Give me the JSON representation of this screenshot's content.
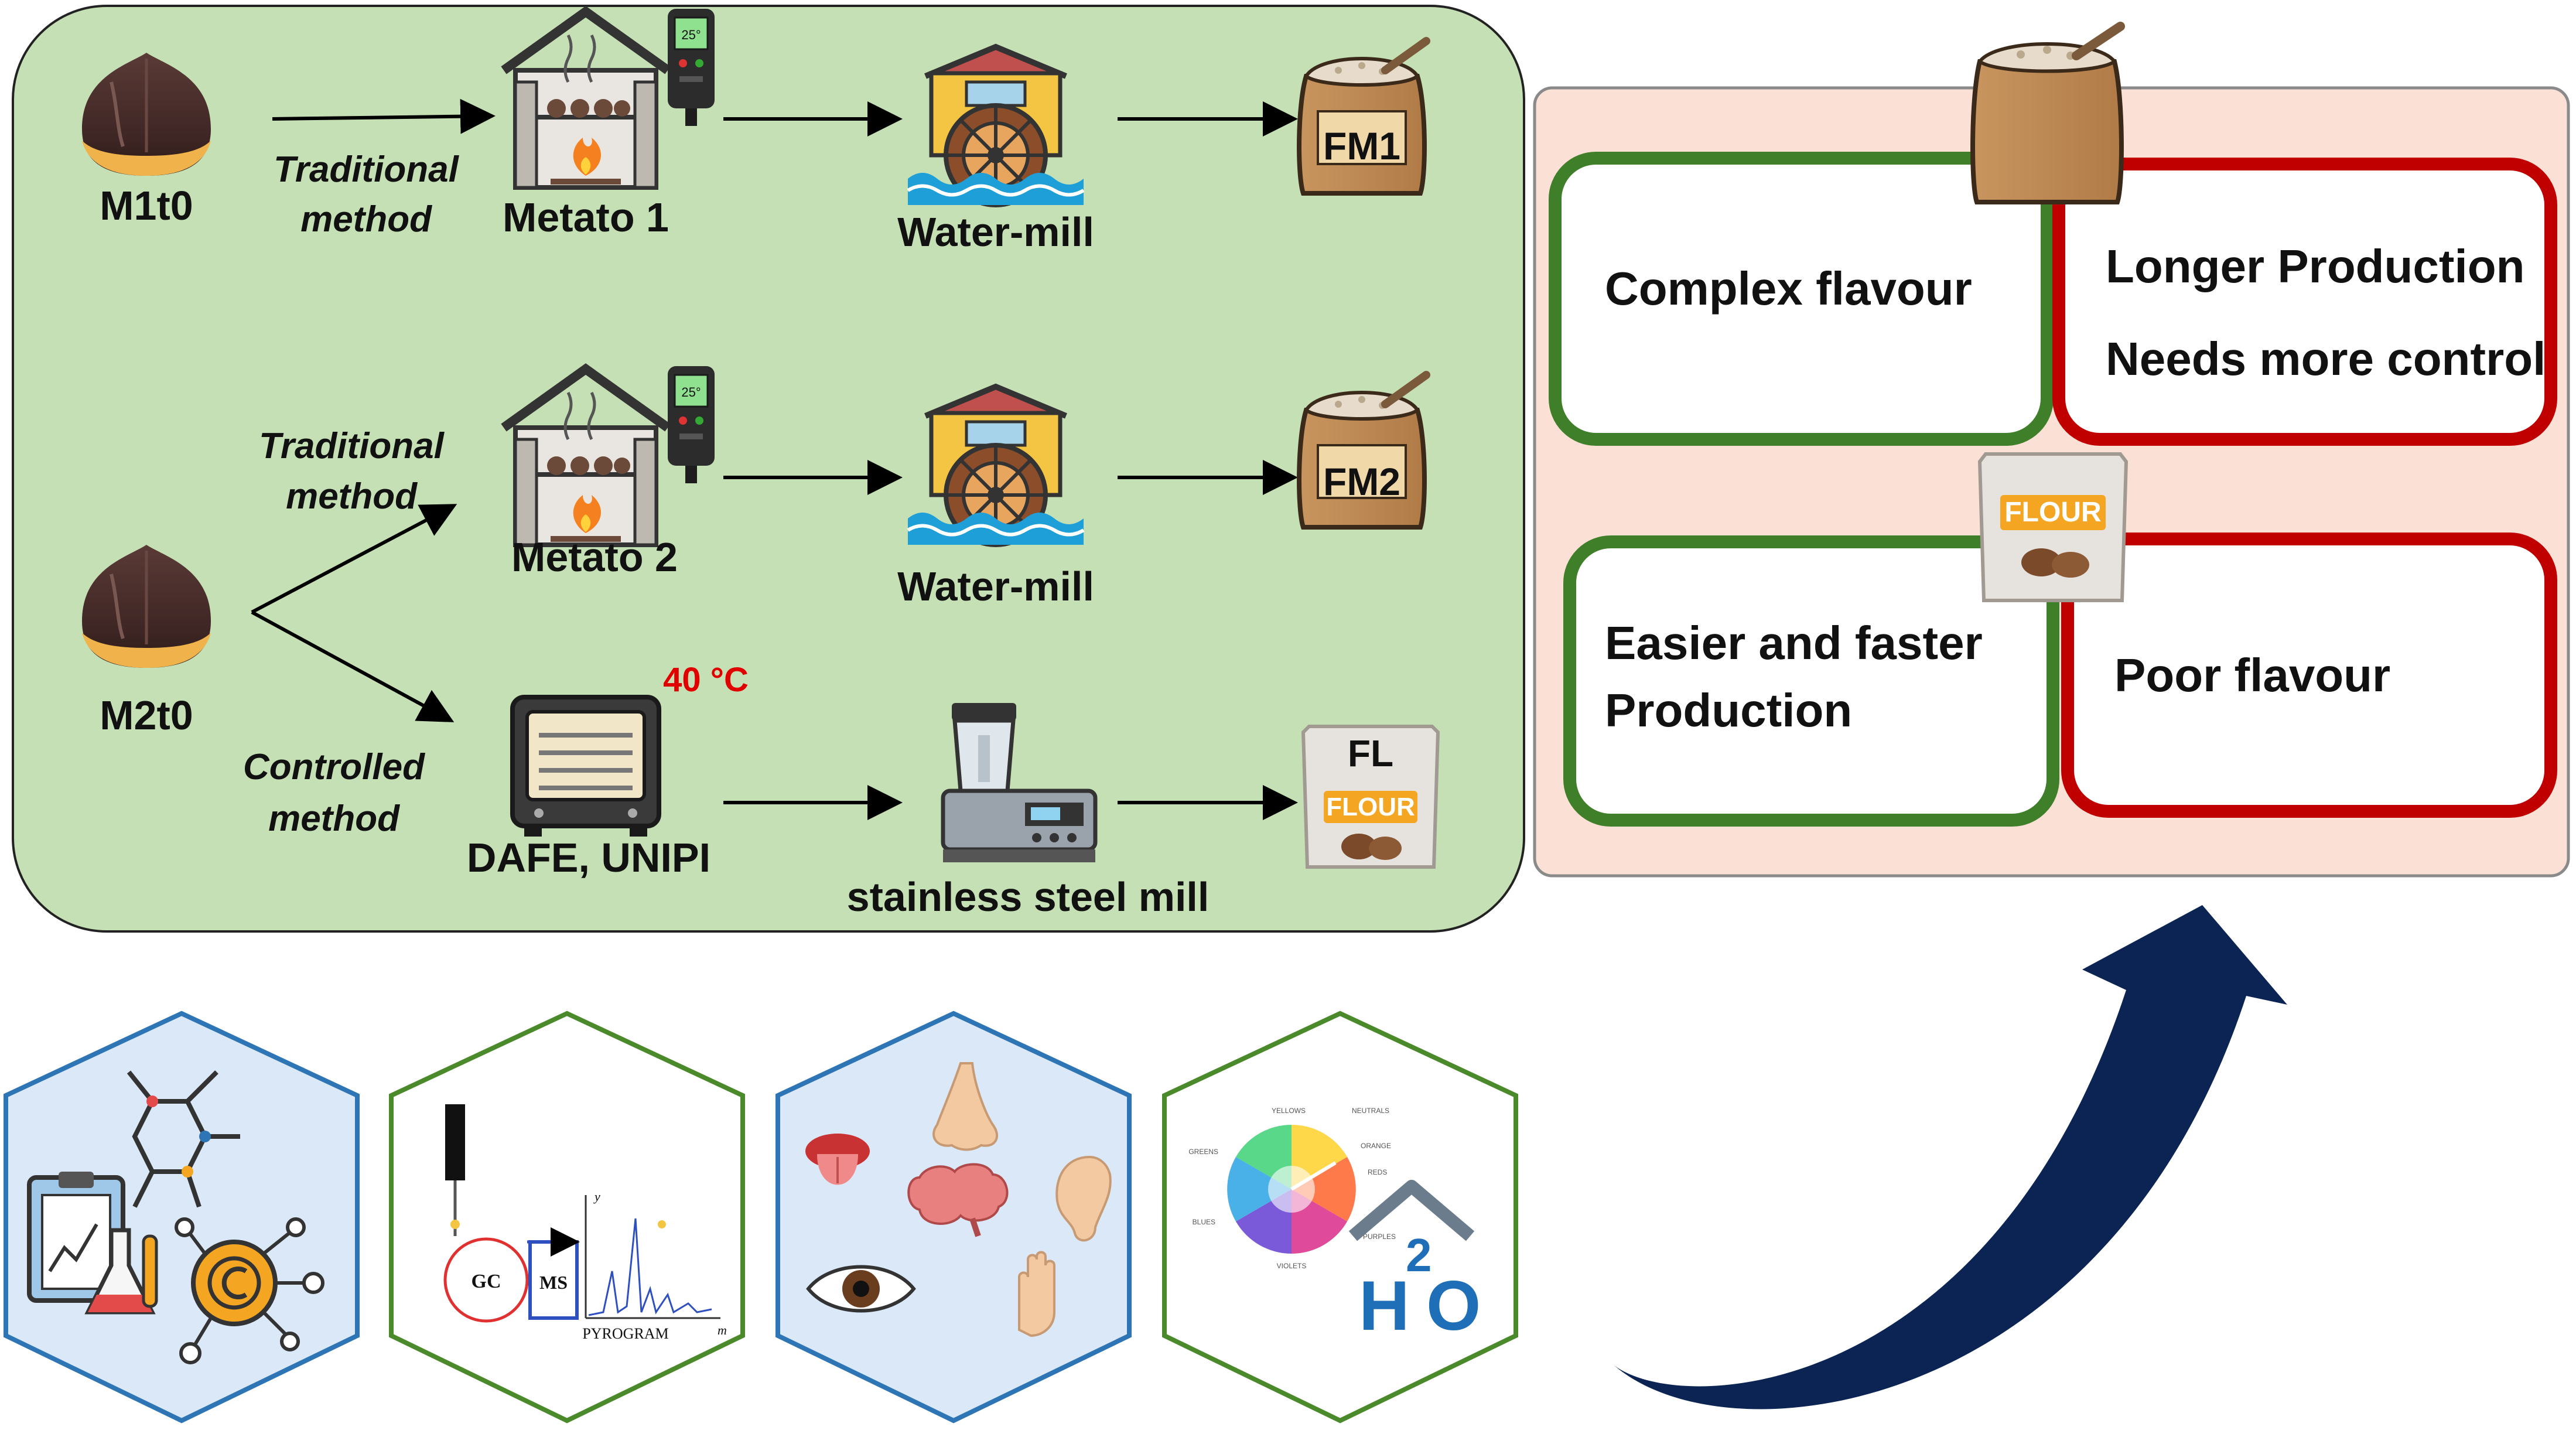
{
  "process": {
    "sample1": "M1t0",
    "sample2": "M2t0",
    "method_traditional_1a": "Traditional",
    "method_traditional_1b": "method",
    "method_traditional_2a": "Traditional",
    "method_traditional_2b": "method",
    "method_controlled_a": "Controlled",
    "method_controlled_b": "method",
    "dryer1": "Metato 1",
    "dryer2": "Metato 2",
    "dryer3": "DAFE, UNIPI",
    "temp_label": "40 °C",
    "thermo_reading": "25°",
    "mill1": "Water-mill",
    "mill2": "Water-mill",
    "mill3": "stainless steel mill",
    "flour1": "FM1",
    "flour2": "FM2",
    "flour3": "FL",
    "flour_bag_label": "FLOUR"
  },
  "comparison": {
    "trad_pro": "Complex flavour",
    "trad_con_1": "Longer Production",
    "trad_con_2": "Needs more control",
    "ctrl_pro_1": "Easier and faster",
    "ctrl_pro_2": "Production",
    "ctrl_con": "Poor flavour",
    "bag_label": "FLOUR"
  },
  "analysis": {
    "gc_label": "GC",
    "ms_label": "MS",
    "pyrogram_label": "PYROGRAM",
    "axis_y": "y",
    "axis_x": "m",
    "water_label_h": "H",
    "water_label_2": "2",
    "water_label_o": "O",
    "wheel_labels": [
      "YELLOWS",
      "NEUTRALS",
      "ORANGE",
      "REDS",
      "PURPLES",
      "VIOLETS",
      "BLUES",
      "GREENS"
    ]
  },
  "colors": {
    "panel_green": "#c5e0b4",
    "panel_pink": "#fbe0d5",
    "pro_border": "#3f7f2a",
    "con_border": "#c00000",
    "arrow_navy": "#0b2454",
    "temp_red": "#e00000",
    "hex_blue_fill": "#dae8f7",
    "hex_blue_border": "#2e75b6",
    "hex_green_border": "#4a8a2a"
  }
}
